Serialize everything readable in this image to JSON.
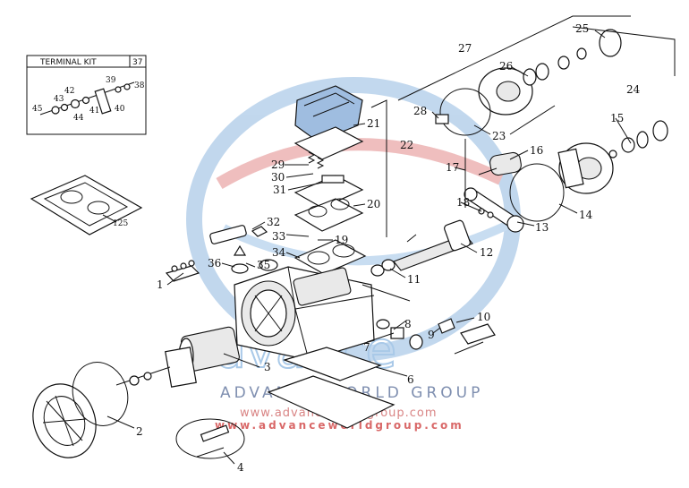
{
  "title": "TERMINAL KIT",
  "title_number": "37",
  "watermark": {
    "logo_text": "advance",
    "company": "ADVANCE WORLD GROUP",
    "url_1": "www.advanceworldgroup.com",
    "url_2": "www.advanceworldgroup.com"
  },
  "callouts": [
    {
      "id": "c1",
      "label": "1"
    },
    {
      "id": "c2",
      "label": "2"
    },
    {
      "id": "c3",
      "label": "3"
    },
    {
      "id": "c4",
      "label": "4"
    },
    {
      "id": "c6",
      "label": "6"
    },
    {
      "id": "c7",
      "label": "7"
    },
    {
      "id": "c8",
      "label": "8"
    },
    {
      "id": "c9",
      "label": "9"
    },
    {
      "id": "c10",
      "label": "10"
    },
    {
      "id": "c11",
      "label": "11"
    },
    {
      "id": "c12",
      "label": "12"
    },
    {
      "id": "c13",
      "label": "13"
    },
    {
      "id": "c14",
      "label": "14"
    },
    {
      "id": "c15",
      "label": "15"
    },
    {
      "id": "c16",
      "label": "16"
    },
    {
      "id": "c17",
      "label": "17"
    },
    {
      "id": "c18",
      "label": "18"
    },
    {
      "id": "c19",
      "label": "19"
    },
    {
      "id": "c20",
      "label": "20"
    },
    {
      "id": "c21",
      "label": "21"
    },
    {
      "id": "c22",
      "label": "22"
    },
    {
      "id": "c23",
      "label": "23"
    },
    {
      "id": "c24",
      "label": "24"
    },
    {
      "id": "c25",
      "label": "25"
    },
    {
      "id": "c26",
      "label": "26"
    },
    {
      "id": "c27",
      "label": "27"
    },
    {
      "id": "c28",
      "label": "28"
    },
    {
      "id": "c29",
      "label": "29"
    },
    {
      "id": "c30",
      "label": "30"
    },
    {
      "id": "c31",
      "label": "31"
    },
    {
      "id": "c32",
      "label": "32"
    },
    {
      "id": "c33",
      "label": "33"
    },
    {
      "id": "c34",
      "label": "34"
    },
    {
      "id": "c35",
      "label": "35"
    },
    {
      "id": "c36",
      "label": "36"
    },
    {
      "id": "c38",
      "label": "38"
    },
    {
      "id": "c39",
      "label": "39"
    },
    {
      "id": "c40",
      "label": "40"
    },
    {
      "id": "c41",
      "label": "41"
    },
    {
      "id": "c42",
      "label": "42"
    },
    {
      "id": "c43",
      "label": "43"
    },
    {
      "id": "c44",
      "label": "44"
    },
    {
      "id": "c45",
      "label": "45"
    },
    {
      "id": "c125",
      "label": "125"
    }
  ]
}
